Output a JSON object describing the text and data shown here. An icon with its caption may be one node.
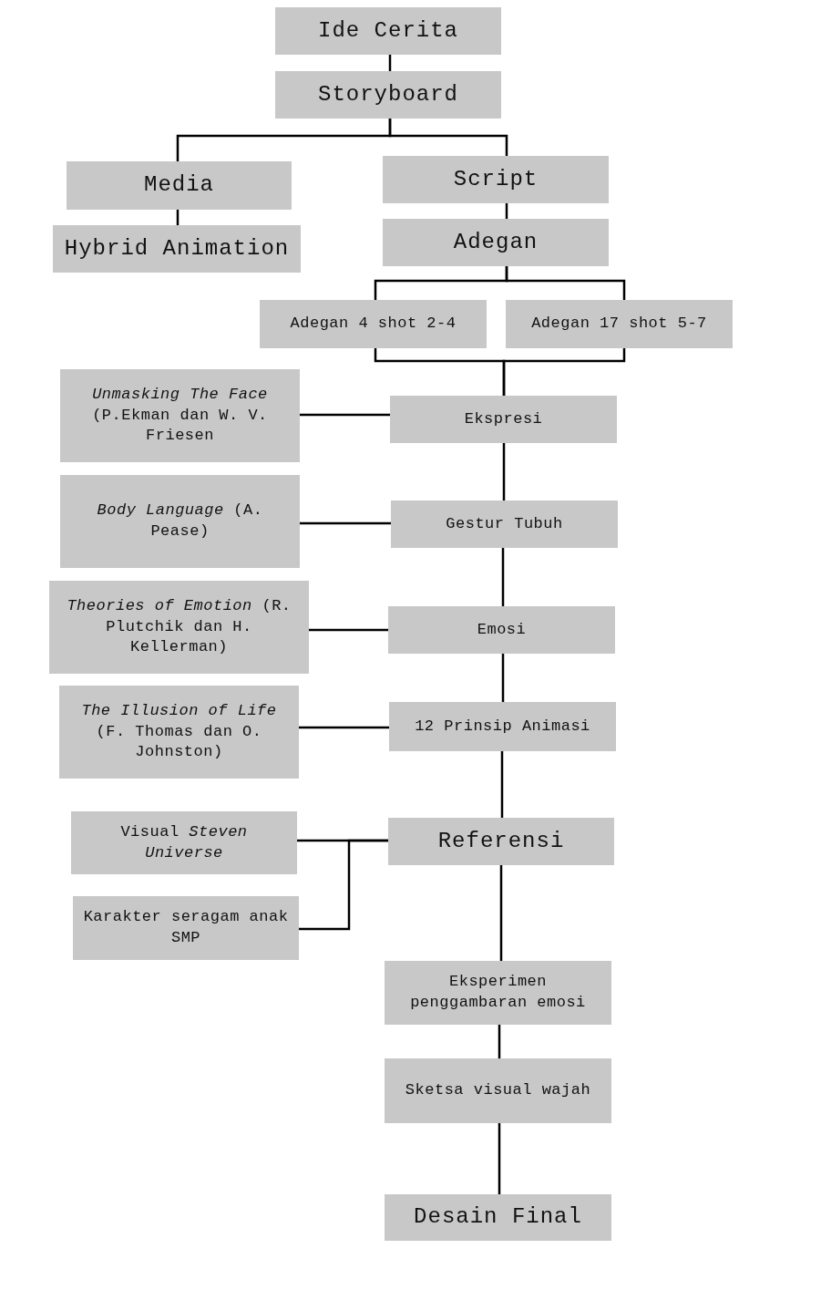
{
  "diagram": {
    "nodes": [
      {
        "text": [
          "Ide Cerita"
        ]
      },
      {
        "text": [
          "Storyboard"
        ]
      },
      {
        "text": [
          "Media"
        ]
      },
      {
        "text": [
          "Hybrid Animation"
        ]
      },
      {
        "text": [
          "Script"
        ]
      },
      {
        "text": [
          "Adegan"
        ]
      },
      {
        "text": [
          "Adegan 4 shot 2-4"
        ]
      },
      {
        "text": [
          "Adegan 17 shot 5-7"
        ]
      },
      {
        "text": [
          "*Unmasking The Face* (P.Ekman dan W. V. Friesen"
        ]
      },
      {
        "text": [
          "Ekspresi"
        ]
      },
      {
        "text": [
          "*Body Language* (A. Pease)"
        ]
      },
      {
        "text": [
          "Gestur Tubuh"
        ]
      },
      {
        "text": [
          "*Theories of Emotion* (R. Plutchik dan H. Kellerman)"
        ]
      },
      {
        "text": [
          "Emosi"
        ]
      },
      {
        "text": [
          "*The Illusion of Life* (F. Thomas dan O. Johnston)"
        ]
      },
      {
        "text": [
          "12 Prinsip Animasi"
        ]
      },
      {
        "text": [
          "Visual *Steven Universe*"
        ]
      },
      {
        "text": [
          "Karakter seragam anak SMP"
        ]
      },
      {
        "text": [
          "Referensi"
        ]
      },
      {
        "text": [
          "Eksperimen penggambaran emosi"
        ]
      },
      {
        "text": [
          "Sketsa visual wajah"
        ]
      },
      {
        "text": [
          "Desain Final"
        ]
      }
    ],
    "edges": [
      {
        "from": 0,
        "to": 1,
        "arrow": "none"
      },
      {
        "from": 1,
        "to": 2,
        "arrow": "none"
      },
      {
        "from": 1,
        "to": 4,
        "arrow": "none"
      },
      {
        "from": 2,
        "to": 3,
        "arrow": "none"
      },
      {
        "from": 4,
        "to": 5,
        "arrow": "none"
      },
      {
        "from": 5,
        "to": 6,
        "arrow": "none"
      },
      {
        "from": 5,
        "to": 7,
        "arrow": "none"
      },
      {
        "from": 6,
        "to": 9,
        "arrow": "none"
      },
      {
        "from": 7,
        "to": 9,
        "arrow": "none"
      },
      {
        "from": 8,
        "to": 9,
        "arrow": "none"
      },
      {
        "from": 9,
        "to": 11,
        "arrow": "none"
      },
      {
        "from": 10,
        "to": 11,
        "arrow": "none"
      },
      {
        "from": 11,
        "to": 13,
        "arrow": "none"
      },
      {
        "from": 12,
        "to": 13,
        "arrow": "none"
      },
      {
        "from": 13,
        "to": 15,
        "arrow": "none"
      },
      {
        "from": 14,
        "to": 15,
        "arrow": "none"
      },
      {
        "from": 15,
        "to": 18,
        "arrow": "none"
      },
      {
        "from": 16,
        "to": 18,
        "arrow": "none"
      },
      {
        "from": 17,
        "to": 18,
        "arrow": "none"
      },
      {
        "from": 18,
        "to": 19,
        "arrow": "none"
      },
      {
        "from": 19,
        "to": 20,
        "arrow": "none"
      },
      {
        "from": 20,
        "to": 21,
        "arrow": "none"
      }
    ]
  }
}
